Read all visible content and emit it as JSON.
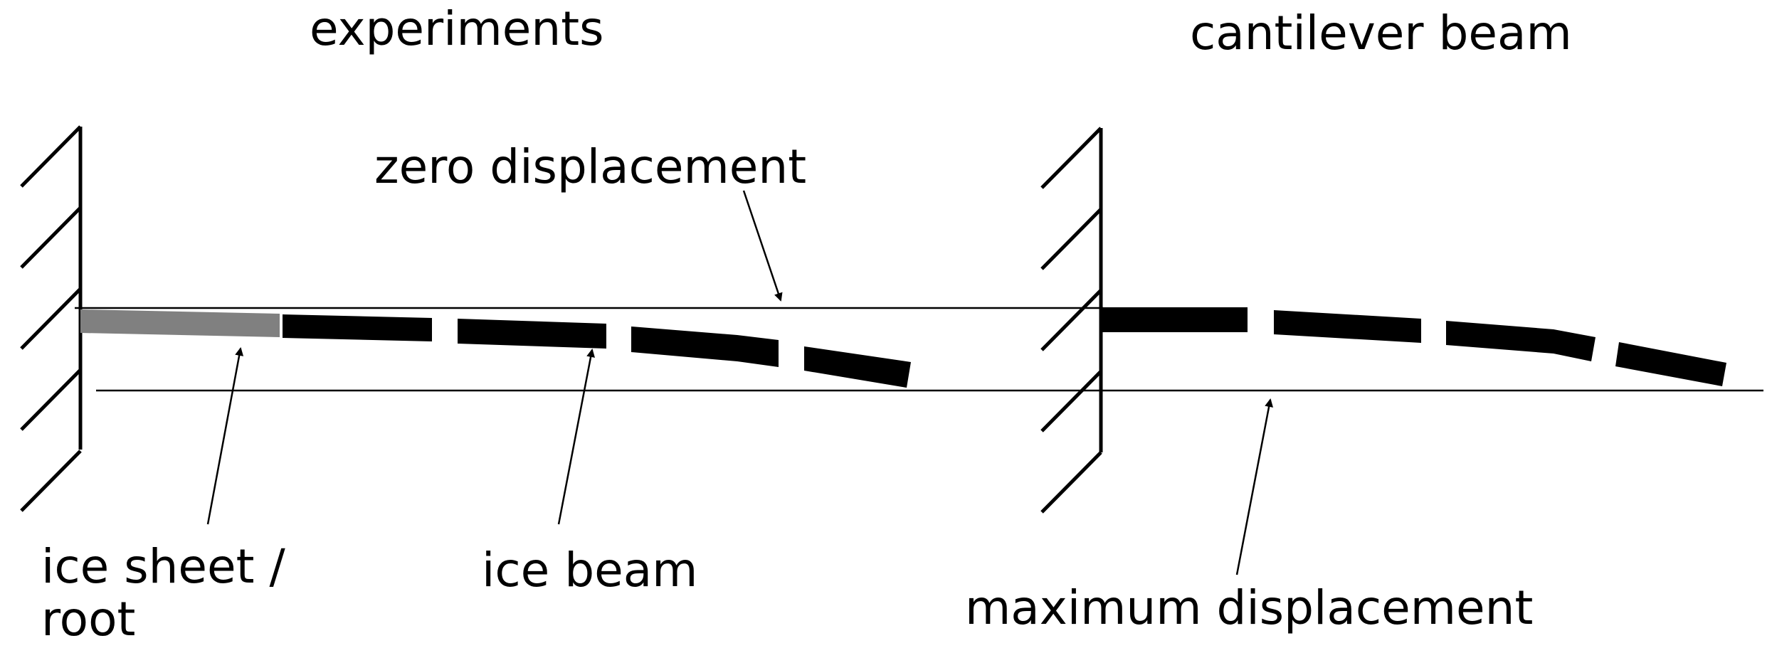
{
  "headings": {
    "left": "experiments",
    "right": "cantilever beam"
  },
  "labels": {
    "zero_displacement": "zero displacement",
    "ice_sheet_root_line1": "ice sheet /",
    "ice_sheet_root_line2": "root",
    "ice_beam": "ice beam",
    "maximum_displacement": "maximum displacement"
  },
  "colors": {
    "ink": "#000000",
    "ice_sheet_root": "#808080",
    "background": "#ffffff"
  }
}
